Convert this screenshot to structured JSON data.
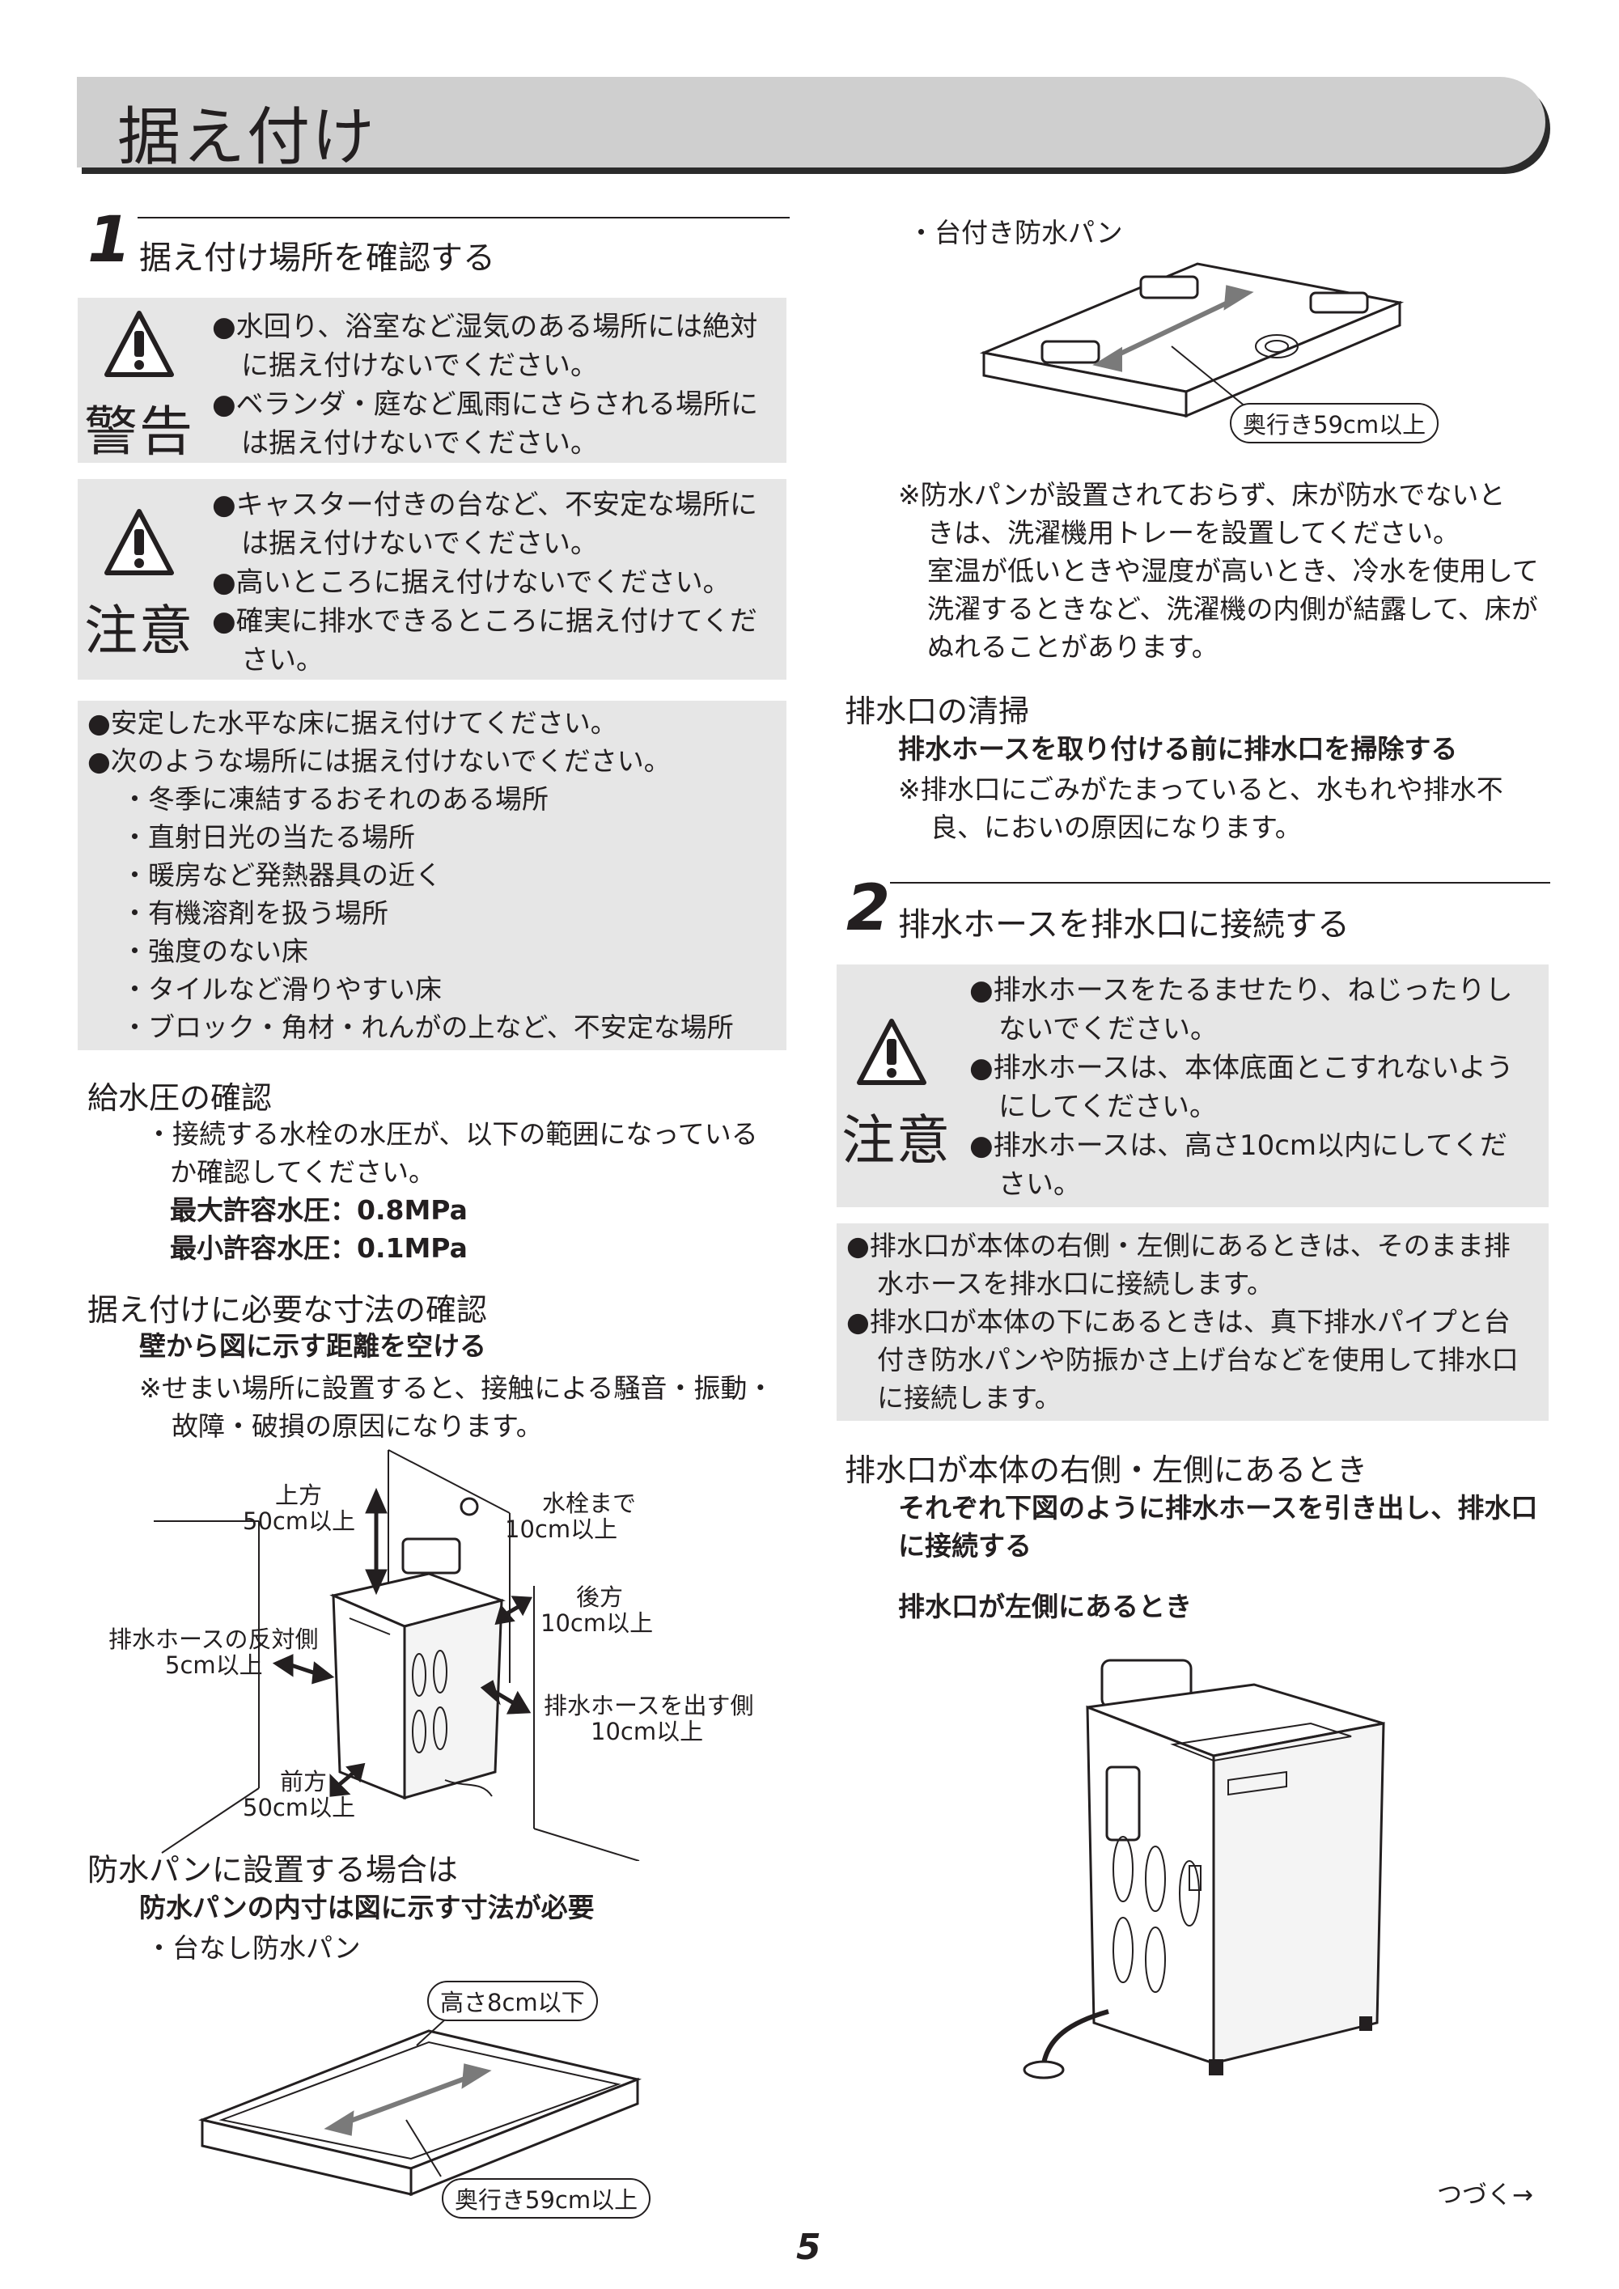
{
  "page_title": "据え付け",
  "step1": {
    "number": "1",
    "title": "据え付け場所を確認する",
    "warning": {
      "label": "警告",
      "lines": [
        "●水回り、浴室など湿気のある場所には絶対",
        "に据え付けないでください。",
        "●ベランダ・庭など風雨にさらされる場所に",
        "は据え付けないでください。"
      ]
    },
    "caution": {
      "label": "注意",
      "lines": [
        "●キャスター付きの台など、不安定な場所に",
        "は据え付けないでください。",
        "●高いところに据え付けないでください。",
        "●確実に排水できるところに据え付けてくだ",
        "さい。"
      ]
    },
    "notes": {
      "lines": [
        "●安定した水平な床に据え付けてください。",
        "●次のような場所には据え付けないでください。"
      ],
      "places": [
        "・冬季に凍結するおそれのある場所",
        "・直射日光の当たる場所",
        "・暖房など発熱器具の近く",
        "・有機溶剤を扱う場所",
        "・強度のない床",
        "・タイルなど滑りやすい床",
        "・ブロック・角材・れんがの上など、不安定な場所"
      ]
    }
  },
  "water_pressure": {
    "heading": "給水圧の確認",
    "lines": [
      "・接続する水栓の水圧が、以下の範囲になっている",
      "か確認してください。"
    ],
    "max": "最大許容水圧：0.8MPa",
    "min": "最小許容水圧：0.1MPa"
  },
  "dimensions": {
    "heading": "据え付けに必要な寸法の確認",
    "subheading": "壁から図に示す距離を空ける",
    "note_lines": [
      "※せまい場所に設置すると、接触による騒音・振動・",
      "故障・破損の原因になります。"
    ],
    "labels": {
      "top_1": "上方",
      "top_2": "50cm以上",
      "faucet_1": "水栓まで",
      "faucet_2": "10cm以上",
      "back_1": "後方",
      "back_2": "10cm以上",
      "opposite_1": "排水ホースの反対側",
      "opposite_2": "5cm以上",
      "hose_side_1": "排水ホースを出す側",
      "hose_side_2": "10cm以上",
      "front_1": "前方",
      "front_2": "50cm以上"
    }
  },
  "pan": {
    "heading": "防水パンに設置する場合は",
    "subheading": "防水パンの内寸は図に示す寸法が必要",
    "type_flat": "・台なし防水パン",
    "height_label": "高さ8cm以下",
    "depth_label": "奥行き59cm以上",
    "type_raised": "・台付き防水パン",
    "depth_label_raised": "奥行き59cm以上",
    "note_lines": [
      "※防水パンが設置されておらず、床が防水でないと",
      "きは、洗濯機用トレーを設置してください。",
      "室温が低いときや湿度が高いとき、冷水を使用して",
      "洗濯するときなど、洗濯機の内側が結露して、床が",
      "ぬれることがあります。"
    ]
  },
  "drain_clean": {
    "heading": "排水口の清掃",
    "subheading": "排水ホースを取り付ける前に排水口を掃除する",
    "note_lines": [
      "※排水口にごみがたまっていると、水もれや排水不",
      "良、においの原因になります。"
    ]
  },
  "step2": {
    "number": "2",
    "title": "排水ホースを排水口に接続する",
    "caution": {
      "label": "注意",
      "lines": [
        "●排水ホースをたるませたり、ねじったりし",
        "ないでください。",
        "●排水ホースは、本体底面とこすれないよう",
        "にしてください。",
        "●排水ホースは、高さ10cm以内にしてくだ",
        "さい。"
      ]
    },
    "info_lines": [
      "●排水口が本体の右側・左側にあるときは、そのまま排",
      "水ホースを排水口に接続します。",
      "●排水口が本体の下にあるときは、真下排水パイプと台",
      "付き防水パンや防振かさ上げ台などを使用して排水口",
      "に接続します。"
    ]
  },
  "side_drain": {
    "heading": "排水口が本体の右側・左側にあるとき",
    "lines": [
      "それぞれ下図のように排水ホースを引き出し、排水口",
      "に接続する"
    ],
    "left_case": "排水口が左側にあるとき"
  },
  "footer": {
    "continue": "つづく→",
    "page_number": "5"
  },
  "icons": [
    "warning-triangle-icon",
    "faucet-icon",
    "drain-icon"
  ]
}
